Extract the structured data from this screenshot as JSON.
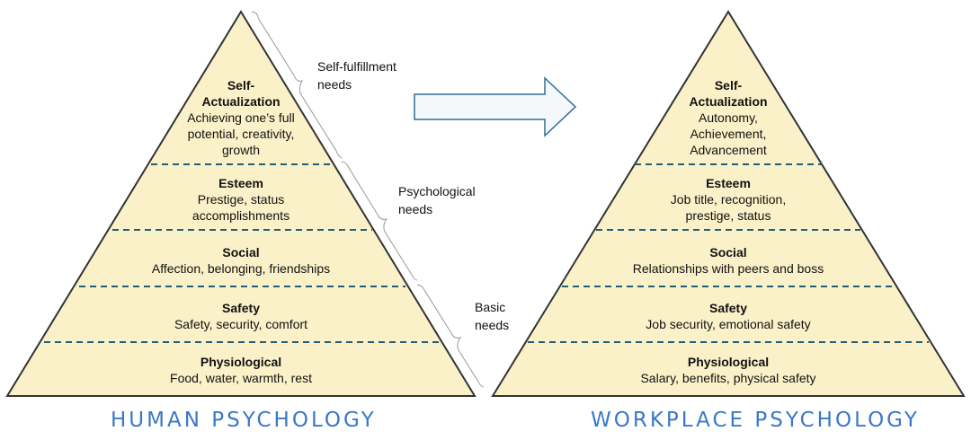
{
  "colors": {
    "pyramid_fill": "#fbf1c9",
    "outline": "#333333",
    "divider": "#1f5f7a",
    "caption": "#3a78c8",
    "arrow_fill": "#f4f8fb",
    "arrow_stroke": "#2e6f96",
    "brace": "#999999"
  },
  "left_pyramid": {
    "caption": "HUMAN PSYCHOLOGY",
    "levels": [
      {
        "title": "Self-\nActualization",
        "desc": "Achieving one’s full potential, creativity, growth"
      },
      {
        "title": "Esteem",
        "desc": "Prestige, status accomplishments"
      },
      {
        "title": "Social",
        "desc": "Affection, belonging, friendships"
      },
      {
        "title": "Safety",
        "desc": "Safety, security, comfort"
      },
      {
        "title": "Physiological",
        "desc": "Food, water, warmth, rest"
      }
    ]
  },
  "right_pyramid": {
    "caption": "WORKPLACE PSYCHOLOGY",
    "levels": [
      {
        "title": "Self-\nActualization",
        "desc": "Autonomy, Achievement, Advancement"
      },
      {
        "title": "Esteem",
        "desc": "Job title, recognition, prestige, status"
      },
      {
        "title": "Social",
        "desc": "Relationships with peers and boss"
      },
      {
        "title": "Safety",
        "desc": "Job security, emotional safety"
      },
      {
        "title": "Physiological",
        "desc": "Salary, benefits, physical safety"
      }
    ]
  },
  "needs_groups": [
    {
      "label": "Self-fulfillment\nneeds"
    },
    {
      "label": "Psychological\nneeds"
    },
    {
      "label": "Basic\nneeds"
    }
  ],
  "arrow_icon": "right-arrow-icon"
}
